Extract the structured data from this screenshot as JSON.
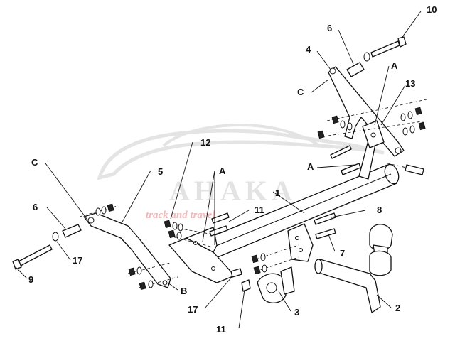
{
  "watermark": {
    "brand": "AHAKA",
    "tagline": "track and travel"
  },
  "callouts": [
    {
      "id": "c10",
      "text": "10"
    },
    {
      "id": "c6a",
      "text": "6"
    },
    {
      "id": "c4",
      "text": "4"
    },
    {
      "id": "cAa",
      "text": "A"
    },
    {
      "id": "c13",
      "text": "13"
    },
    {
      "id": "cCa",
      "text": "C"
    },
    {
      "id": "c12",
      "text": "12"
    },
    {
      "id": "cAb",
      "text": "A"
    },
    {
      "id": "cAc",
      "text": "A"
    },
    {
      "id": "cCb",
      "text": "C"
    },
    {
      "id": "c5",
      "text": "5"
    },
    {
      "id": "c1",
      "text": "1"
    },
    {
      "id": "c11a",
      "text": "11"
    },
    {
      "id": "c8",
      "text": "8"
    },
    {
      "id": "c6b",
      "text": "6"
    },
    {
      "id": "c7",
      "text": "7"
    },
    {
      "id": "c17a",
      "text": "17"
    },
    {
      "id": "c9",
      "text": "9"
    },
    {
      "id": "cB",
      "text": "B"
    },
    {
      "id": "c17b",
      "text": "17"
    },
    {
      "id": "c3",
      "text": "3"
    },
    {
      "id": "c2",
      "text": "2"
    },
    {
      "id": "c11b",
      "text": "11"
    }
  ]
}
